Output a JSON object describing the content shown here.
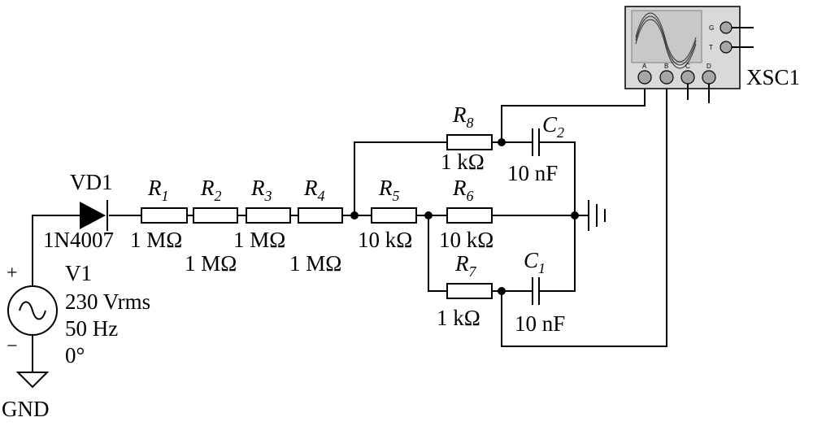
{
  "diode": {
    "ref": "VD1",
    "model": "1N4007"
  },
  "source": {
    "ref": "V1",
    "voltage": "230 Vrms",
    "frequency": "50 Hz",
    "phase": "0°",
    "plus": "+",
    "minus": "−"
  },
  "ground": {
    "label": "GND"
  },
  "resistors": [
    {
      "letter": "R",
      "sub": "1",
      "value": "1 MΩ"
    },
    {
      "letter": "R",
      "sub": "2",
      "value": "1 MΩ"
    },
    {
      "letter": "R",
      "sub": "3",
      "value": "1 MΩ"
    },
    {
      "letter": "R",
      "sub": "4",
      "value": "1 MΩ"
    },
    {
      "letter": "R",
      "sub": "5",
      "value": "10 kΩ"
    },
    {
      "letter": "R",
      "sub": "6",
      "value": "10 kΩ"
    },
    {
      "letter": "R",
      "sub": "7",
      "value": "1 kΩ"
    },
    {
      "letter": "R",
      "sub": "8",
      "value": "1 kΩ"
    }
  ],
  "capacitors": [
    {
      "letter": "C",
      "sub": "1",
      "value": "10 nF"
    },
    {
      "letter": "C",
      "sub": "2",
      "value": "10 nF"
    }
  ],
  "oscilloscope": {
    "ref": "XSC1",
    "side_terminals": [
      "G",
      "T"
    ],
    "channels": [
      "A",
      "B",
      "C",
      "D"
    ],
    "colors": {
      "body": "#d9d9d9",
      "screen": "#c8c8c8",
      "knob": "#a6a6a6"
    }
  }
}
